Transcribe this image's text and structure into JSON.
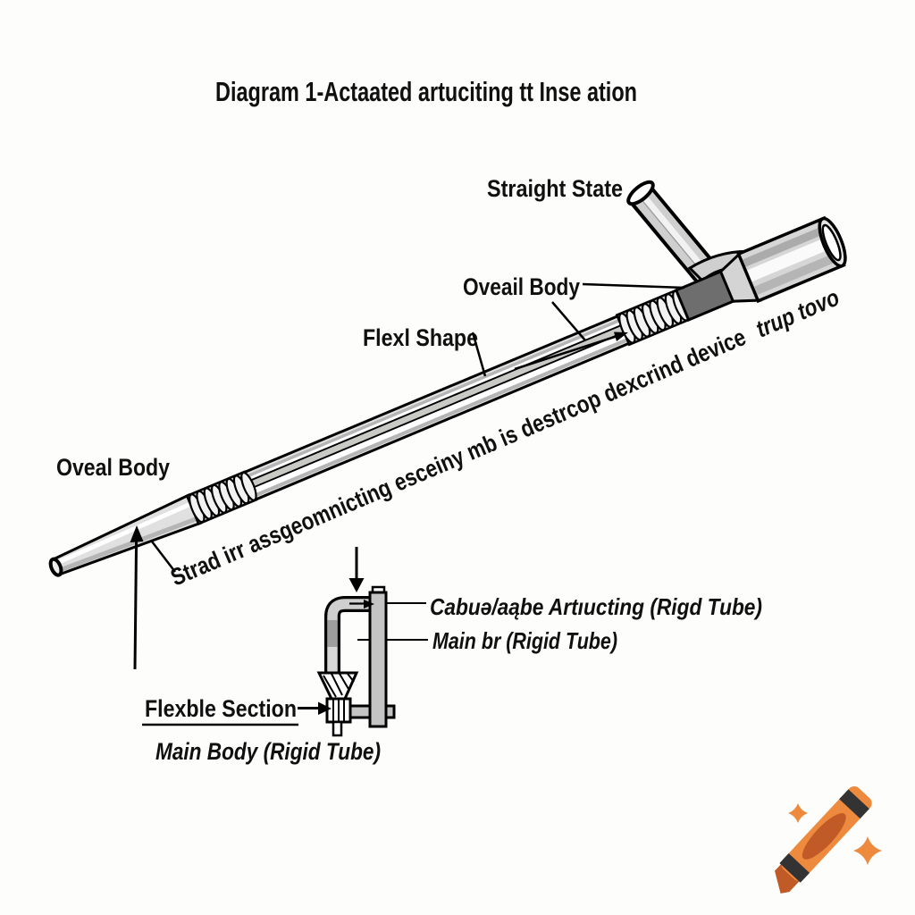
{
  "page": {
    "background": "#fdfdfb",
    "ink": "#101010"
  },
  "title": "Diagram 1-Actaated artuciting tt Inse ation",
  "device_labels": {
    "straight_state": "Straight State",
    "overall_body_right": "Oveail Body",
    "flex_shape": "Flexl Shape",
    "overall_body_left": "Oveal Body",
    "shaft_note": "Strad irr assgeomnicting esceiny mb is destrcop dexcrind device",
    "shaft_note_italic": "trup tovo"
  },
  "inset_labels": {
    "articulating_tube": "Cabuǝ/aąbe Artıucting (Rigd Tube)",
    "main_tube_mid": "Main br (Rigid Tube)",
    "flexible_section": "Flexble Section",
    "main_body": "Main Body (Rigid Tube)"
  },
  "logo": {
    "icon": "crayon-logo",
    "body_color": "#ED8A3D",
    "tip_color": "#C05A26",
    "stripe_color": "#333333",
    "sparkle_color": "#ED8A3D"
  },
  "illustration": {
    "outline_color": "#000000",
    "tube_fill": "#e3e3e3",
    "tube_shadow": "#b5b5b5",
    "coil_fill": "#f2f2f2",
    "dark_band_color": "#6e6e6e",
    "handle_fill": "#d6d6d6",
    "bar_fill": "#c4c4c4"
  }
}
